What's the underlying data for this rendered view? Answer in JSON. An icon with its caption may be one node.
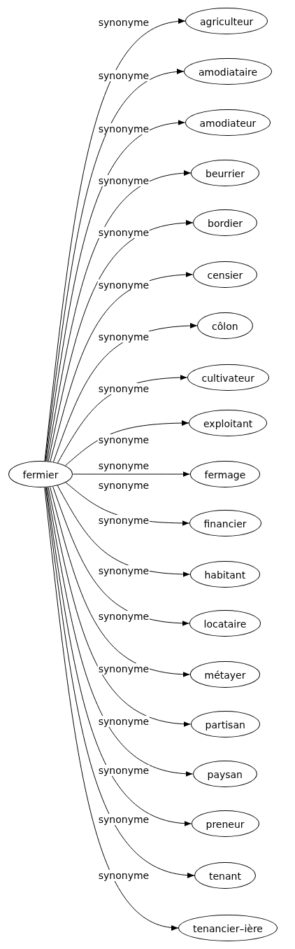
{
  "diagram": {
    "nodes": [
      {
        "text": [
          "fermier"
        ]
      },
      {
        "text": [
          "agriculteur"
        ]
      },
      {
        "text": [
          "amodiataire"
        ]
      },
      {
        "text": [
          "amodiateur"
        ]
      },
      {
        "text": [
          "beurrier"
        ]
      },
      {
        "text": [
          "bordier"
        ]
      },
      {
        "text": [
          "censier"
        ]
      },
      {
        "text": [
          "côlon"
        ]
      },
      {
        "text": [
          "cultivateur"
        ]
      },
      {
        "text": [
          "exploitant"
        ]
      },
      {
        "text": [
          "fermage"
        ]
      },
      {
        "text": [
          "financier"
        ]
      },
      {
        "text": [
          "habitant"
        ]
      },
      {
        "text": [
          "locataire"
        ]
      },
      {
        "text": [
          "métayer"
        ]
      },
      {
        "text": [
          "partisan"
        ]
      },
      {
        "text": [
          "paysan"
        ]
      },
      {
        "text": [
          "preneur"
        ]
      },
      {
        "text": [
          "tenant"
        ]
      },
      {
        "text": [
          "tenancier–ière"
        ]
      }
    ],
    "edges": [
      {
        "from": 0,
        "to": 1,
        "arrow": "to",
        "label": "synonyme"
      },
      {
        "from": 0,
        "to": 2,
        "arrow": "to",
        "label": "synonyme"
      },
      {
        "from": 0,
        "to": 3,
        "arrow": "to",
        "label": "synonyme"
      },
      {
        "from": 0,
        "to": 4,
        "arrow": "to",
        "label": "synonyme"
      },
      {
        "from": 0,
        "to": 5,
        "arrow": "to",
        "label": "synonyme"
      },
      {
        "from": 0,
        "to": 6,
        "arrow": "to",
        "label": "synonyme"
      },
      {
        "from": 0,
        "to": 7,
        "arrow": "to",
        "label": "synonyme"
      },
      {
        "from": 0,
        "to": 8,
        "arrow": "to",
        "label": "synonyme"
      },
      {
        "from": 0,
        "to": 9,
        "arrow": "to",
        "label": "synonyme"
      },
      {
        "from": 0,
        "to": 10,
        "arrow": "to",
        "label": "synonyme"
      },
      {
        "from": 0,
        "to": 11,
        "arrow": "to",
        "label": "synonyme"
      },
      {
        "from": 0,
        "to": 12,
        "arrow": "to",
        "label": "synonyme"
      },
      {
        "from": 0,
        "to": 13,
        "arrow": "to",
        "label": "synonyme"
      },
      {
        "from": 0,
        "to": 14,
        "arrow": "to",
        "label": "synonyme"
      },
      {
        "from": 0,
        "to": 15,
        "arrow": "to",
        "label": "synonyme"
      },
      {
        "from": 0,
        "to": 16,
        "arrow": "to",
        "label": "synonyme"
      },
      {
        "from": 0,
        "to": 17,
        "arrow": "to",
        "label": "synonyme"
      },
      {
        "from": 0,
        "to": 18,
        "arrow": "to",
        "label": "synonyme"
      },
      {
        "from": 0,
        "to": 19,
        "arrow": "to",
        "label": "synonyme"
      }
    ]
  }
}
